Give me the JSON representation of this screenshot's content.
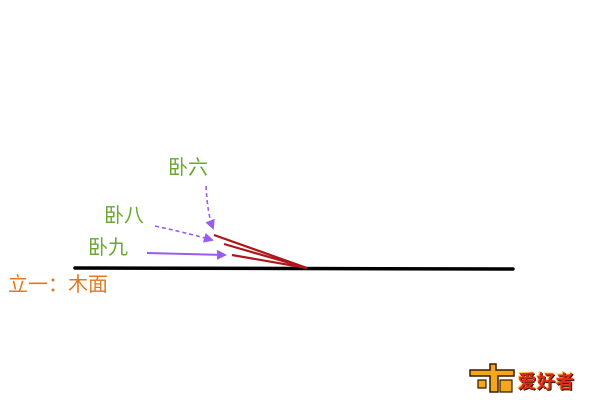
{
  "diagram": {
    "labels": {
      "wo_liu": "卧六",
      "wo_ba": "卧八",
      "wo_jiu": "卧九",
      "base": "立一：木面"
    },
    "colors": {
      "baseline": "#000000",
      "blade_lines": "#b0151a",
      "arrows": "#9a5cf0",
      "rake_labels": "#6aa832",
      "base_label": "#e07a20"
    }
  },
  "logo": {
    "text": "爱好者",
    "icon": "woodworking-logo-icon",
    "colors": {
      "text": "#e02a1f",
      "glyph": "#f2a81d"
    }
  }
}
